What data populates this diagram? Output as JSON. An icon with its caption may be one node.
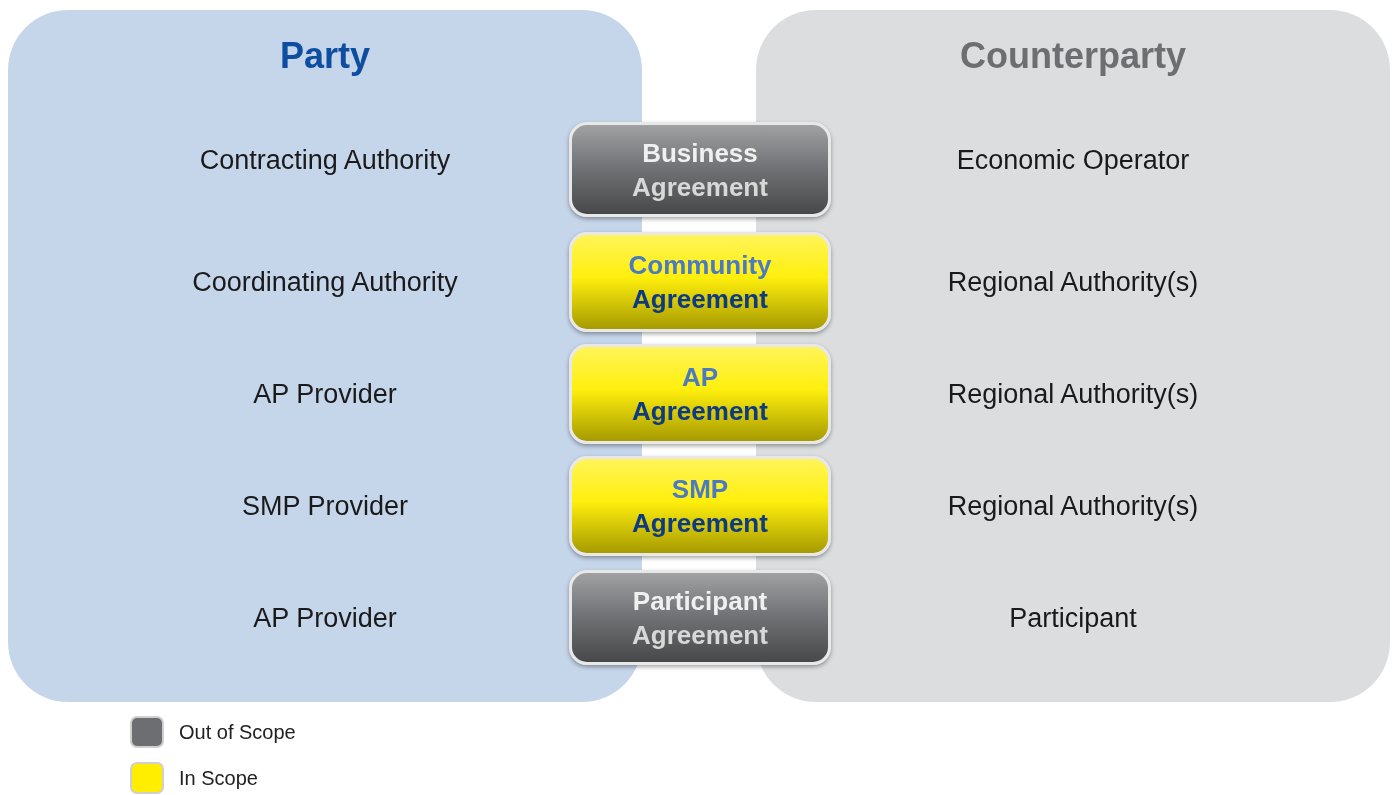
{
  "diagram": {
    "nodes": [
      {
        "text": [
          "Party",
          "Contracting Authority",
          "Coordinating Authority",
          "AP Provider",
          "SMP Provider",
          "AP Provider"
        ]
      },
      {
        "text": [
          "Counterparty",
          "Economic Operator",
          "Regional Authority(s)",
          "Regional Authority(s)",
          "Regional Authority(s)",
          "Participant"
        ]
      },
      {
        "text": [
          "Business",
          "Agreement"
        ]
      },
      {
        "text": [
          "Community",
          "Agreement"
        ]
      },
      {
        "text": [
          "AP",
          "Agreement"
        ]
      },
      {
        "text": [
          "SMP",
          "Agreement"
        ]
      },
      {
        "text": [
          "Participant",
          "Agreement"
        ]
      }
    ],
    "legend": [
      {
        "text": "Out of Scope",
        "color": "#6d6e71"
      },
      {
        "text": "In Scope",
        "color": "#ffee00"
      }
    ]
  }
}
